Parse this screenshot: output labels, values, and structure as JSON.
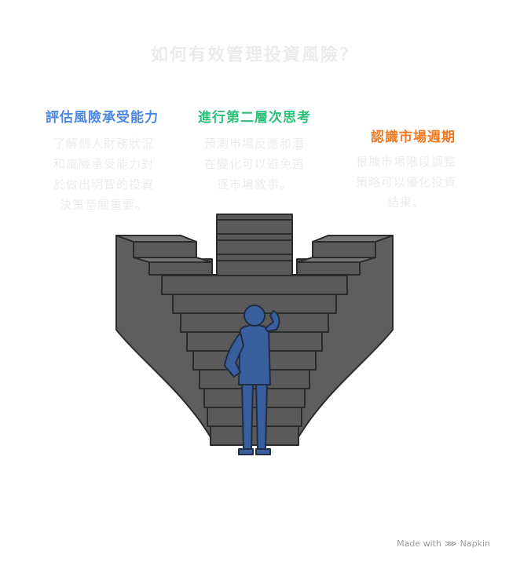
{
  "title": "如何有效管理投資風險？",
  "steps": [
    {
      "heading": "評估風險承受能力",
      "description_lines": [
        "了解個人財務狀況",
        "和風險承受能力對",
        "於做出明智的投資",
        "決策至關重要。"
      ],
      "color": "#4a86e8"
    },
    {
      "heading": "進行第二層次思考",
      "description_lines": [
        "預測市場反應和潛",
        "在變化可以避免追",
        "逐市場敘事。"
      ],
      "color": "#2cc07a"
    },
    {
      "heading": "認識市場週期",
      "description_lines": [
        "根據市場階段調整",
        "策略可以優化投資",
        "結果。"
      ],
      "color": "#f07a22"
    }
  ],
  "illustration": {
    "stairs_color": "#5e5e5e",
    "figure_color": "#3a5f9e",
    "figure_icon": "thinking-person-icon",
    "stairs_icon": "stairs-icon"
  },
  "brand": {
    "text": "Made with",
    "name": "Napkin",
    "icon": "napkin-logo-icon"
  }
}
